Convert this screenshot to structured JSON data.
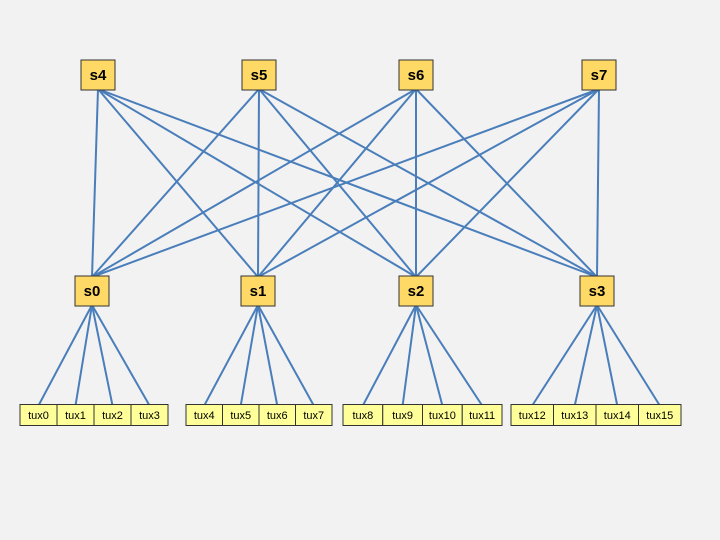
{
  "spine_switches": [
    "s4",
    "s5",
    "s6",
    "s7"
  ],
  "leaf_switches": [
    "s0",
    "s1",
    "s2",
    "s3"
  ],
  "hosts": [
    [
      "tux0",
      "tux1",
      "tux2",
      "tux3"
    ],
    [
      "tux4",
      "tux5",
      "tux6",
      "tux7"
    ],
    [
      "tux8",
      "tux9",
      "tux10",
      "tux11"
    ],
    [
      "tux12",
      "tux13",
      "tux14",
      "tux15"
    ]
  ],
  "colors": {
    "background": "#f2f2f2",
    "link": "#4a7ebb",
    "switch_fill": "#ffd966",
    "host_fill": "#ffff99",
    "outline": "#333333"
  }
}
